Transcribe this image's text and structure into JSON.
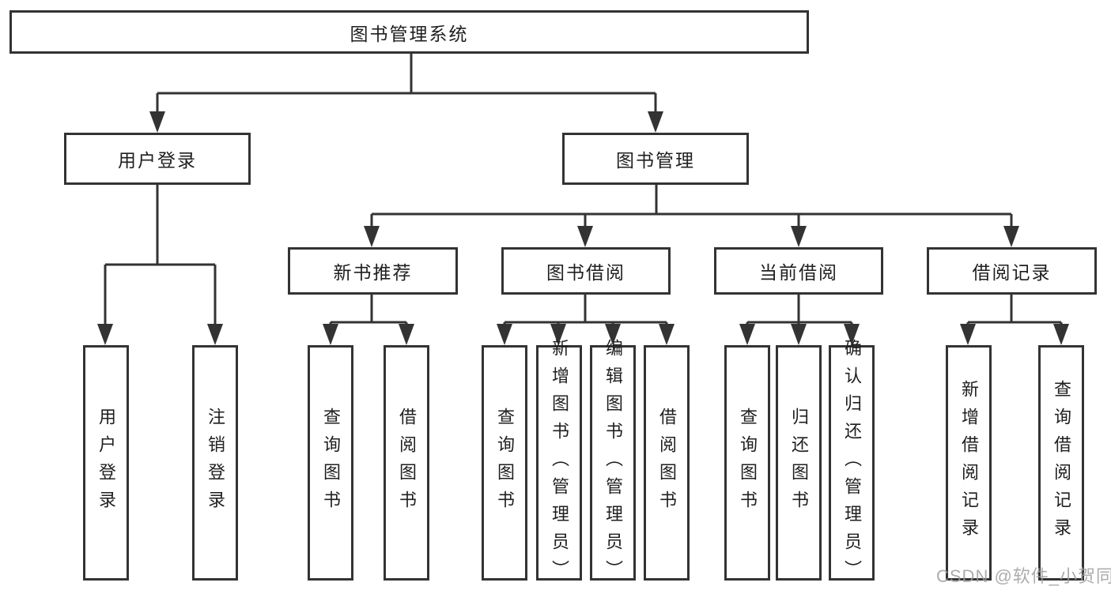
{
  "tree": {
    "root": {
      "label": "图书管理系统"
    },
    "branches": [
      {
        "label": "用户登录",
        "leaves": [
          "用户登录",
          "注销登录"
        ]
      },
      {
        "label": "图书管理",
        "groups": [
          {
            "label": "新书推荐",
            "leaves": [
              "查询图书",
              "借阅图书"
            ]
          },
          {
            "label": "图书借阅",
            "leaves": [
              "查询图书",
              "新增图书（管理员）",
              "编辑图书（管理员）",
              "借阅图书"
            ]
          },
          {
            "label": "当前借阅",
            "leaves": [
              "查询图书",
              "归还图书",
              "确认归还（管理员）"
            ]
          },
          {
            "label": "借阅记录",
            "leaves": [
              "新增借阅记录",
              "查询借阅记录"
            ]
          }
        ]
      }
    ]
  },
  "watermark": {
    "text": "CSDN @软件_小贺同学",
    "color": "#9e9e9e"
  },
  "colors": {
    "line": "#333333",
    "text": "#1f1f1f",
    "background": "#ffffff"
  }
}
